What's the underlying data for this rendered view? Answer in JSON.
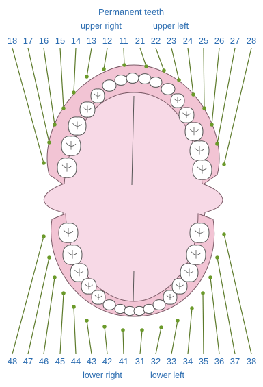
{
  "title": "Permanent teeth",
  "quadrants": {
    "upper_right": "upper right",
    "upper_left": "upper left",
    "lower_right": "lower right",
    "lower_left": "lower left"
  },
  "upper_teeth": [
    "18",
    "17",
    "16",
    "15",
    "14",
    "13",
    "12",
    "11",
    "21",
    "22",
    "23",
    "24",
    "25",
    "26",
    "27",
    "28"
  ],
  "lower_teeth": [
    "48",
    "47",
    "46",
    "45",
    "44",
    "43",
    "42",
    "41",
    "31",
    "32",
    "33",
    "34",
    "35",
    "36",
    "37",
    "38"
  ],
  "colors": {
    "label": "#2b6cb0",
    "leader": "#5c7a2a",
    "dot": "#6b9a2a",
    "gum": "#f2c4d4",
    "palate": "#f7d9e6",
    "tooth_fill": "#ffffff",
    "tooth_stroke": "#555555"
  }
}
